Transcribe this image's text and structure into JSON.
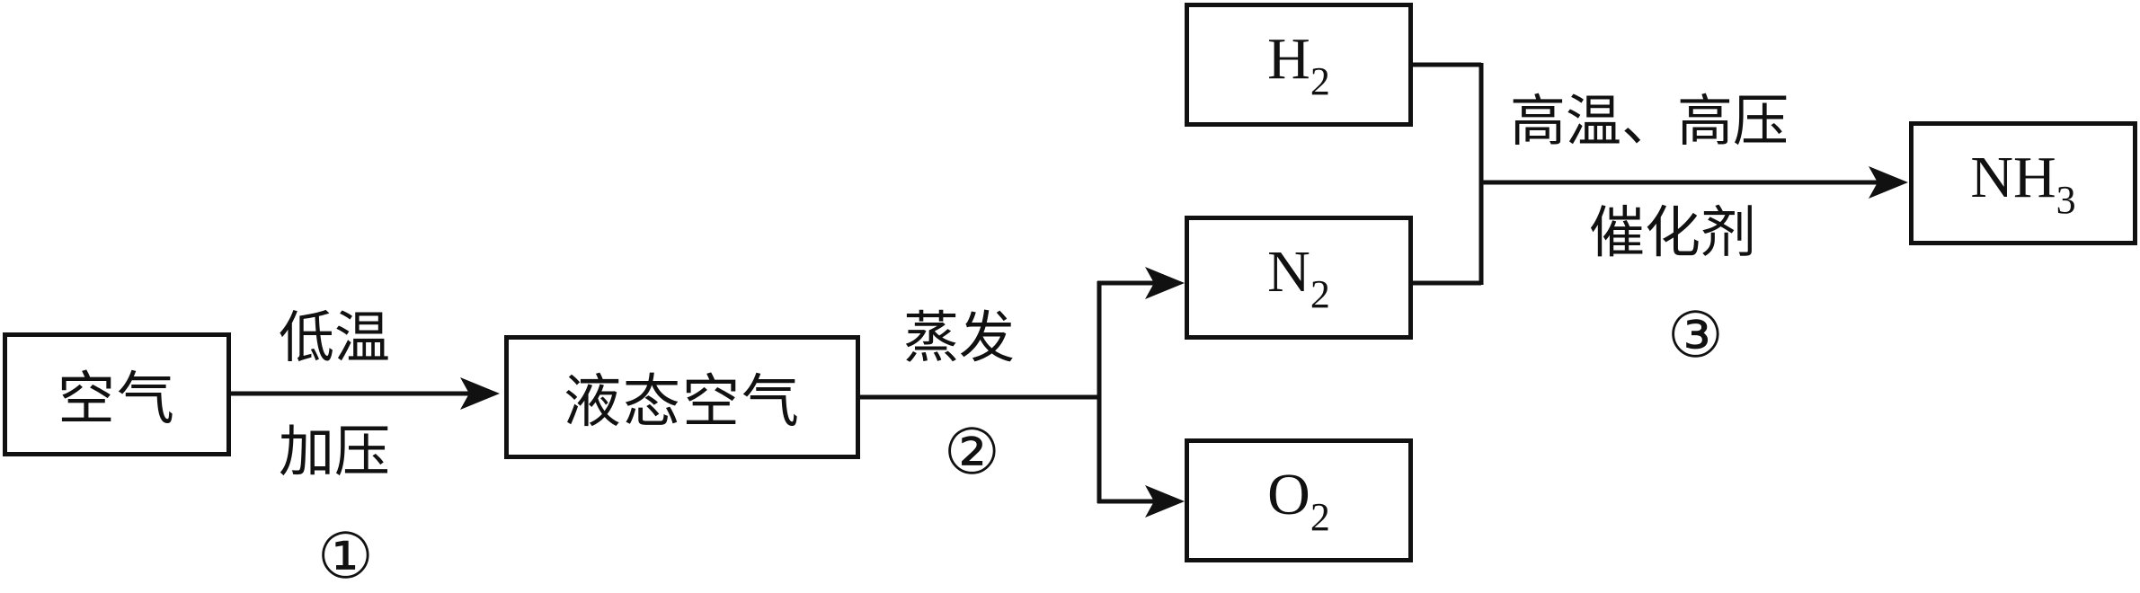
{
  "nodes": {
    "air": "空气",
    "liquid_air": "液态空气",
    "h2": {
      "base": "H",
      "sub": "2"
    },
    "n2": {
      "base": "N",
      "sub": "2"
    },
    "o2": {
      "base": "O",
      "sub": "2"
    },
    "nh3": {
      "base": "NH",
      "sub": "3"
    }
  },
  "steps": {
    "step1": {
      "above": "低温",
      "below": "加压",
      "number": "①"
    },
    "step2": {
      "above": "蒸发",
      "number": "②"
    },
    "step3": {
      "above": "高温、高压",
      "below": "催化剂",
      "number": "③"
    }
  }
}
